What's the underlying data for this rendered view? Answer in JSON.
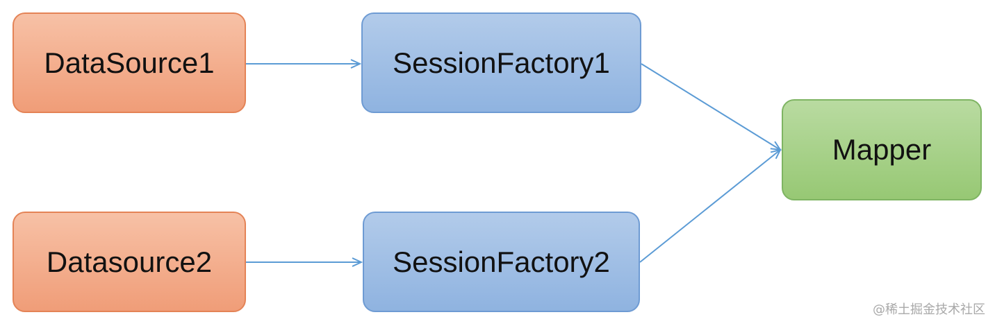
{
  "nodes": {
    "datasource1": "DataSource1",
    "datasource2": "Datasource2",
    "sessionfactory1": "SessionFactory1",
    "sessionfactory2": "SessionFactory2",
    "mapper": "Mapper"
  },
  "edges": [
    {
      "from": "DataSource1",
      "to": "SessionFactory1"
    },
    {
      "from": "Datasource2",
      "to": "SessionFactory2"
    },
    {
      "from": "SessionFactory1",
      "to": "Mapper"
    },
    {
      "from": "SessionFactory2",
      "to": "Mapper"
    }
  ],
  "colors": {
    "datasource": "#f3a98a",
    "sessionfactory": "#9fbfe6",
    "mapper": "#a8d18a",
    "arrow": "#5b9bd5"
  },
  "watermark": "@稀土掘金技术社区"
}
